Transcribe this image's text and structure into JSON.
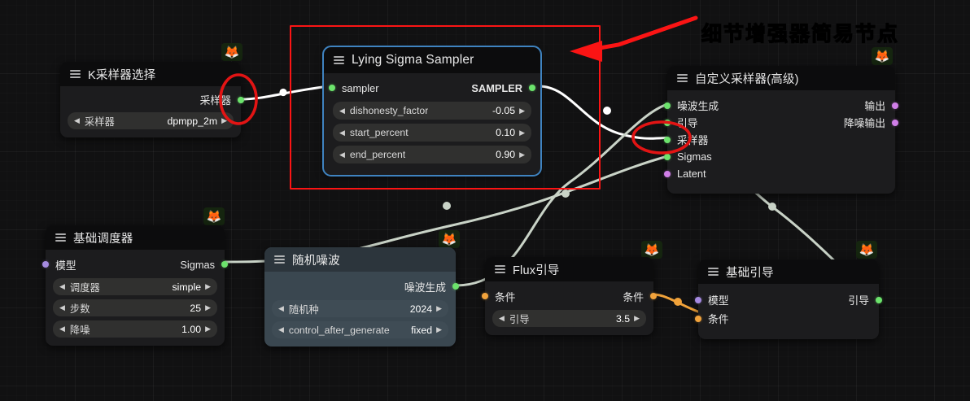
{
  "annotation": {
    "label": "细节增强器简易节点",
    "color": "#f40d0d"
  },
  "nodes": [
    {
      "id": "ksampler-select",
      "title": "K采样器选择",
      "outputs": [
        {
          "label": "采样器",
          "color": "green"
        }
      ],
      "inputs": [],
      "widgets": [
        {
          "name": "采样器",
          "value": "dpmpp_2m"
        }
      ]
    },
    {
      "id": "lying-sigma-sampler",
      "title": "Lying Sigma Sampler",
      "selected": true,
      "inputs": [
        {
          "label": "sampler",
          "color": "green"
        }
      ],
      "outputs": [
        {
          "label": "SAMPLER",
          "color": "green"
        }
      ],
      "widgets": [
        {
          "name": "dishonesty_factor",
          "value": "-0.05"
        },
        {
          "name": "start_percent",
          "value": "0.10"
        },
        {
          "name": "end_percent",
          "value": "0.90"
        }
      ]
    },
    {
      "id": "custom-sampler-advanced",
      "title": "自定义采样器(高级)",
      "inputs": [
        {
          "label": "噪波生成",
          "color": "green"
        },
        {
          "label": "引导",
          "color": "green"
        },
        {
          "label": "采样器",
          "color": "green"
        },
        {
          "label": "Sigmas",
          "color": "green"
        },
        {
          "label": "Latent",
          "color": "pink"
        }
      ],
      "outputs": [
        {
          "label": "输出",
          "color": "pink"
        },
        {
          "label": "降噪输出",
          "color": "pink"
        }
      ],
      "widgets": []
    },
    {
      "id": "basic-scheduler",
      "title": "基础调度器",
      "inputs": [
        {
          "label": "模型",
          "color": "violet"
        }
      ],
      "outputs": [
        {
          "label": "Sigmas",
          "color": "green"
        }
      ],
      "widgets": [
        {
          "name": "调度器",
          "value": "simple"
        },
        {
          "name": "步数",
          "value": "25"
        },
        {
          "name": "降噪",
          "value": "1.00"
        }
      ]
    },
    {
      "id": "random-noise",
      "title": "随机噪波",
      "style": "steel",
      "inputs": [],
      "outputs": [
        {
          "label": "噪波生成",
          "color": "green"
        }
      ],
      "widgets": [
        {
          "name": "随机种",
          "value": "2024"
        },
        {
          "name": "control_after_generate",
          "value": "fixed"
        }
      ]
    },
    {
      "id": "flux-guidance",
      "title": "Flux引导",
      "inputs": [
        {
          "label": "条件",
          "color": "orange"
        }
      ],
      "outputs": [
        {
          "label": "条件",
          "color": "orange"
        }
      ],
      "widgets": [
        {
          "name": "引导",
          "value": "3.5"
        }
      ]
    },
    {
      "id": "basic-guider",
      "title": "基础引导",
      "inputs": [
        {
          "label": "模型",
          "color": "violet"
        },
        {
          "label": "条件",
          "color": "orange"
        }
      ],
      "outputs": [
        {
          "label": "引导",
          "color": "green"
        }
      ],
      "widgets": []
    }
  ],
  "badge": {
    "glyph": "🦊"
  }
}
